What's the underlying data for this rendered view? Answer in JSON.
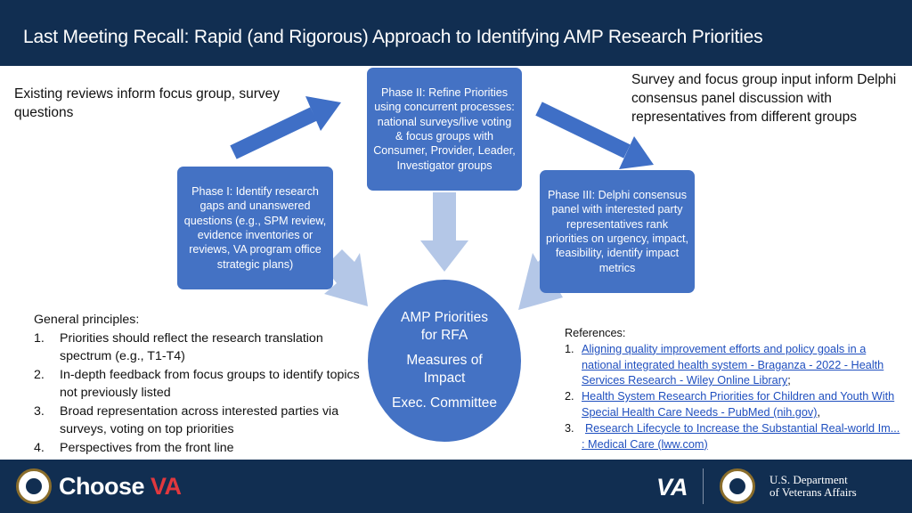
{
  "header": {
    "title": "Last Meeting Recall: Rapid (and Rigorous) Approach to Identifying AMP Research Priorities"
  },
  "notes": {
    "left": "Existing reviews inform focus group, survey questions",
    "right": "Survey and focus group input inform Delphi consensus panel discussion with representatives from different groups"
  },
  "phases": {
    "phase1": "Phase I: Identify research gaps and unanswered questions (e.g., SPM review, evidence inventories or reviews, VA program office strategic plans)",
    "phase2": "Phase II: Refine Priorities using concurrent processes: national surveys/live voting & focus groups with Consumer, Provider, Leader, Investigator groups",
    "phase3": "Phase III: Delphi consensus panel with interested party representatives rank priorities on urgency, impact, feasibility, identify impact metrics"
  },
  "center": {
    "line1": "AMP Priorities for RFA",
    "line2": "Measures of Impact",
    "line3": "Exec. Committee"
  },
  "principles": {
    "heading": "General principles:",
    "items": [
      {
        "num": "1.",
        "text": "Priorities should reflect the research translation spectrum (e.g., T1-T4)"
      },
      {
        "num": "2.",
        "text": "In-depth feedback from focus groups to identify topics not previously listed"
      },
      {
        "num": "3.",
        "text": "Broad representation across interested parties via surveys, voting on top priorities"
      },
      {
        "num": "4.",
        "text": "Perspectives from the front line"
      }
    ]
  },
  "references": {
    "heading": "References:",
    "items": [
      {
        "num": "1.",
        "link": "Aligning quality improvement efforts and policy goals in a national integrated health system - Braganza - 2022 - Health Services Research - Wiley Online Library",
        "suffix": ";"
      },
      {
        "num": "2.",
        "link": "Health System Research Priorities for Children and Youth With Special Health Care Needs - PubMed (nih.gov)",
        "suffix": ","
      },
      {
        "num": "3.",
        "link": "Research Lifecycle to Increase the Substantial Real-world Im... : Medical Care (lww.com)",
        "suffix": ""
      }
    ]
  },
  "footer": {
    "brand_prefix": "Choose ",
    "brand_suffix": "VA",
    "va_mark": "VA",
    "dept_line1": "U.S. Department",
    "dept_line2": "of Veterans Affairs"
  },
  "colors": {
    "navy": "#112e51",
    "box_blue": "#4472c4",
    "arrow_blue": "#3f6fc6",
    "arrow_light": "#b4c7e7",
    "brand_red": "#e0383e"
  },
  "icons": [
    "va-seal-icon",
    "diagonal-arrow-icon",
    "down-arrow-icon"
  ]
}
